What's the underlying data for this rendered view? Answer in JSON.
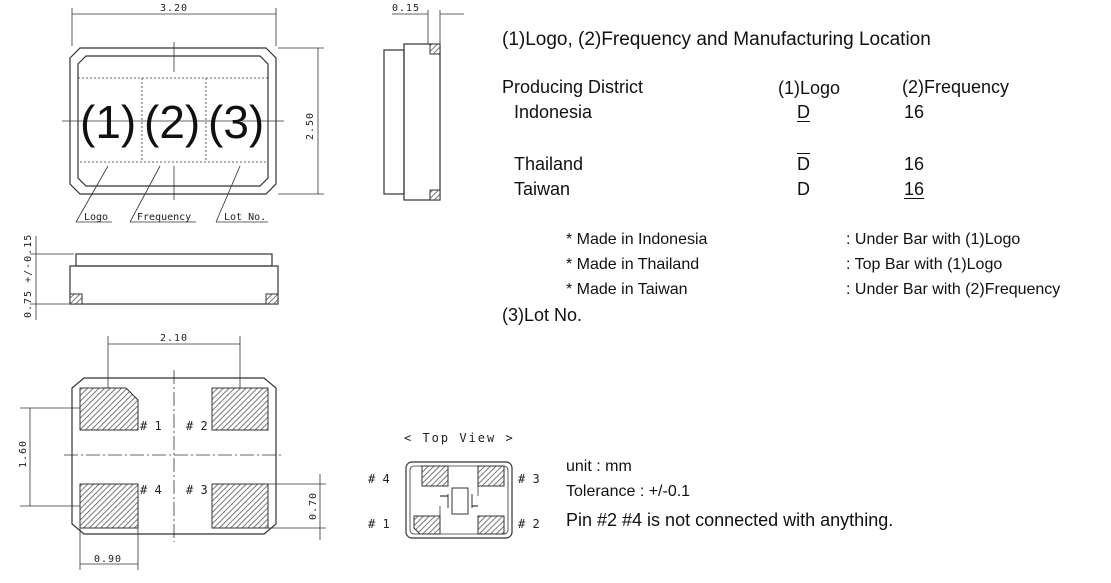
{
  "drawing": {
    "dims": {
      "top_width": "3.20",
      "top_height": "2.50",
      "side_thickness": "0.15",
      "height_tol": "0.75 +/-0.15",
      "pad_pitch_x": "2.10",
      "pad_pitch_y": "1.60",
      "pad_height": "0.70",
      "pad_width": "0.90"
    },
    "marking": {
      "m1": "(1)",
      "m2": "(2)",
      "m3": "(3)"
    },
    "leaders": {
      "logo": "Logo",
      "frequency": "Frequency",
      "lot": "Lot No."
    },
    "pads": {
      "p1": "# 1",
      "p2": "# 2",
      "p3": "# 3",
      "p4": "# 4"
    },
    "top_view": {
      "title": "< Top View >",
      "p1": "# 1",
      "p2": "# 2",
      "p3": "# 3",
      "p4": "# 4"
    }
  },
  "text": {
    "title": "(1)Logo, (2)Frequency and Manufacturing Location",
    "col_district": "Producing District",
    "col_logo": "(1)Logo",
    "col_freq": "(2)Frequency",
    "rows": [
      {
        "district": "Indonesia",
        "logo": "D",
        "freq": "16"
      },
      {
        "district": "Thailand",
        "logo": "D",
        "freq": "16"
      },
      {
        "district": "Taiwan",
        "logo": "D",
        "freq": "16"
      }
    ],
    "notes": [
      {
        "left": "* Made in  Indonesia",
        "right": ": Under Bar with (1)Logo"
      },
      {
        "left": "* Made in Thailand",
        "right": ": Top Bar with (1)Logo"
      },
      {
        "left": "* Made in Taiwan",
        "right": ": Under Bar with (2)Frequency"
      }
    ],
    "lot": "(3)Lot No.",
    "unit": "unit : mm",
    "tolerance": "Tolerance : +/-0.1",
    "pin_note": "Pin #2 #4 is not connected with anything."
  }
}
